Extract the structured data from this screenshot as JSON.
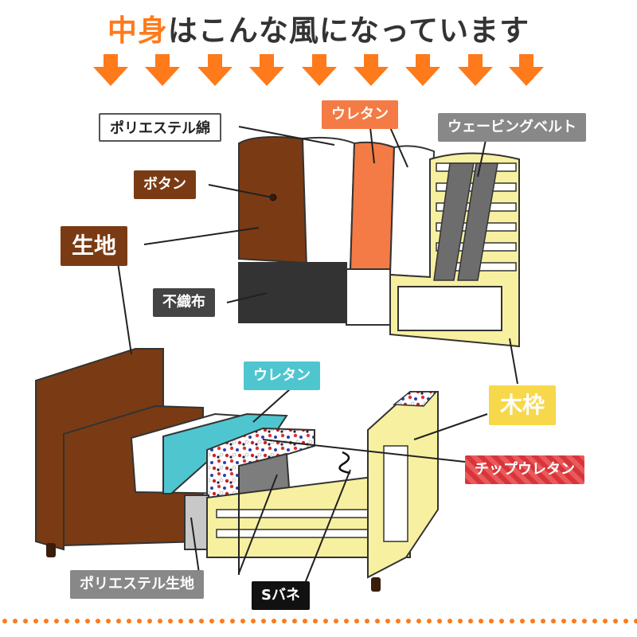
{
  "title": {
    "accent": "中身",
    "rest": "はこんな風になっています"
  },
  "labels": {
    "polyester_wadding": "ポリエステル綿",
    "urethane_top": "ウレタン",
    "webbing_belt": "ウェービングベルト",
    "button": "ボタン",
    "fabric": "生地",
    "nonwoven": "不織布",
    "urethane_bottom": "ウレタン",
    "wood_frame": "木枠",
    "chip_urethane": "チップウレタン",
    "polyester_fabric": "ポリエステル生地",
    "s_spring": "Sバネ"
  },
  "colors": {
    "accent_orange": "#ff7a1a",
    "leather_brown": "#7a3b14",
    "urethane_orange": "#f47b45",
    "urethane_cyan": "#4fc6cf",
    "frame_yellow": "#f7f0a0",
    "label_yellow": "#f7d84a",
    "chip_red": "#d8343a"
  }
}
